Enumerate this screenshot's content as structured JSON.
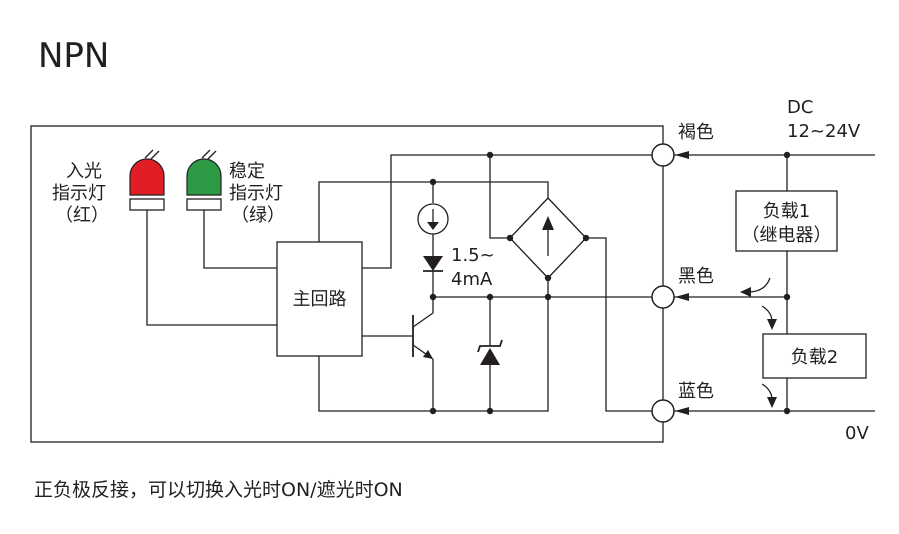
{
  "title": "NPN",
  "caption": "正负极反接，可以切换入光时ON/遮光时ON",
  "indicators": {
    "light": {
      "line1": "入光",
      "line2": "指示灯",
      "line3": "（红）",
      "color": "#e11d26"
    },
    "stable": {
      "line1": "稳定",
      "line2": "指示灯",
      "line3": "（绿）",
      "color": "#2e9a45"
    }
  },
  "main_circuit": "主回路",
  "current_label": {
    "line1": "1.5~",
    "line2": "4mA"
  },
  "wires": {
    "brown": "褐色",
    "black": "黑色",
    "blue": "蓝色"
  },
  "supply": {
    "line1": "DC",
    "line2": "12~24V",
    "zero": "0V"
  },
  "loads": {
    "load1": {
      "line1": "负载1",
      "line2": "（继电器）"
    },
    "load2": "负载2"
  }
}
